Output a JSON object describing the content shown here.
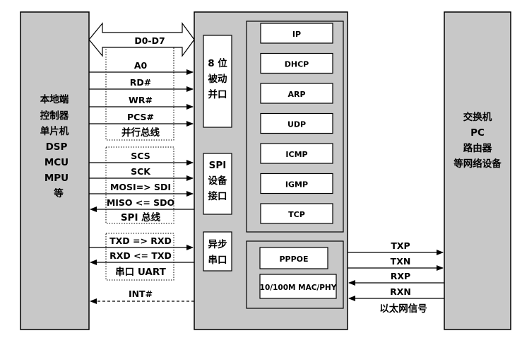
{
  "left_block": {
    "lines": [
      "本地端",
      "控制器",
      "单片机",
      "DSP",
      "MCU",
      "MPU",
      "等"
    ]
  },
  "right_block": {
    "lines": [
      "交换机",
      "PC",
      "路由器",
      "等网络设备"
    ]
  },
  "parallel_bus": {
    "data_label": "D0-D7",
    "signals": [
      "A0",
      "RD#",
      "WR#",
      "PCS#"
    ],
    "group_label": "并行总线",
    "port_label": [
      "8 位",
      "被动",
      "并口"
    ]
  },
  "spi_bus": {
    "signals": [
      "SCS",
      "SCK",
      "MOSI=> SDI",
      "MISO <= SDO"
    ],
    "group_label": "SPI 总线",
    "port_label": [
      "SPI",
      "设备",
      "接口"
    ]
  },
  "uart_bus": {
    "signals": [
      "TXD => RXD",
      "RXD <= TXD"
    ],
    "group_label": "串口 UART",
    "port_label": [
      "异步",
      "串口"
    ]
  },
  "interrupt": {
    "label": "INT#"
  },
  "protocol_stack": [
    "IP",
    "DHCP",
    "ARP",
    "UDP",
    "ICMP",
    "IGMP",
    "TCP"
  ],
  "phy_stack": [
    "PPPOE",
    "10/100M MAC/PHY"
  ],
  "ethernet": {
    "signals": [
      "TXP",
      "TXN",
      "RXP",
      "RXN"
    ],
    "group_label": "以太网信号"
  }
}
